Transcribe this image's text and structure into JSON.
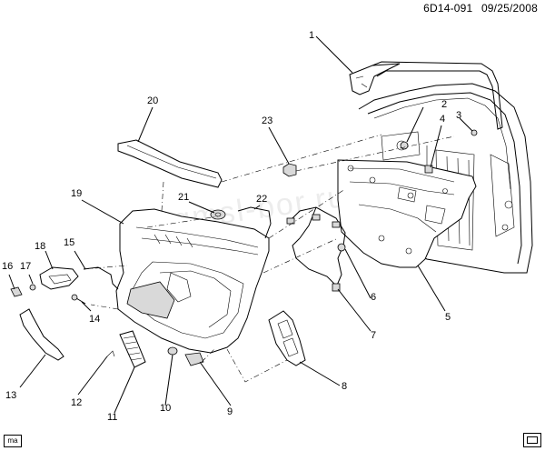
{
  "header": {
    "ref": "6D14-091",
    "date": "09/25/2008"
  },
  "badge": "ma",
  "watermark": "gmsl-bor.ru",
  "callouts": [
    "1",
    "2",
    "3",
    "4",
    "5",
    "6",
    "7",
    "8",
    "9",
    "10",
    "11",
    "12",
    "13",
    "14",
    "15",
    "16",
    "17",
    "18",
    "19",
    "20",
    "21",
    "22",
    "23"
  ]
}
